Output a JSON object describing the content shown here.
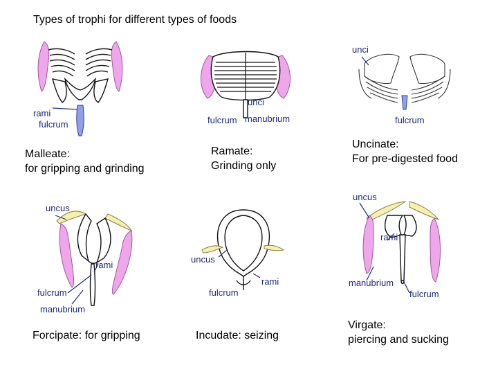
{
  "title": "Types of trophi for different types of foods",
  "panels": [
    {
      "name": "malleate",
      "caption_line1": "Malleate:",
      "caption_line2": "for gripping and grinding",
      "labels": {
        "rami": "rami",
        "fulcrum": "fulcrum"
      }
    },
    {
      "name": "ramate",
      "caption_line1": "Ramate:",
      "caption_line2": "Grinding only",
      "labels": {
        "unci": "unci",
        "fulcrum": "fulcrum",
        "manubrium": "manubrium"
      }
    },
    {
      "name": "uncinate",
      "caption_line1": "Uncinate:",
      "caption_line2": "For pre-digested food",
      "labels": {
        "unci": "unci",
        "fulcrum": "fulcrum"
      }
    },
    {
      "name": "forcipate",
      "caption_line1": "Forcipate: for gripping",
      "labels": {
        "uncus": "uncus",
        "rami": "rami",
        "fulcrum": "fulcrum",
        "manubrium": "manubrium"
      }
    },
    {
      "name": "incudate",
      "caption_line1": "Incudate: seizing",
      "labels": {
        "uncus": "uncus",
        "rami": "rami",
        "fulcrum": "fulcrum"
      }
    },
    {
      "name": "virgate",
      "caption_line1": "Virgate:",
      "caption_line2": "piercing and sucking",
      "labels": {
        "uncus": "uncus",
        "rami": "rami",
        "manubrium": "manubrium",
        "fulcrum": "fulcrum"
      }
    }
  ],
  "colors": {
    "manubrium_fill": "#f0a6ea",
    "fulcrum_fill": "#8fa1e6",
    "uncus_fill": "#f7efb0",
    "label_text": "#1e2a7a"
  }
}
